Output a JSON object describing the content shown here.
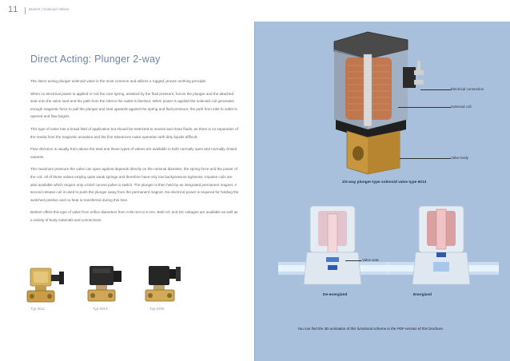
{
  "header": {
    "page_number": "11",
    "breadcrumb": "Bürkert | Solenoid Valves"
  },
  "main": {
    "title": "Direct Acting: Plunger 2-way",
    "paragraphs": [
      "The direct acting plunger solenoid valve is the most common and utilizes a rugged, proven working principle.",
      "When no electrical power is applied to coil the core spring, assisted by the fluid pressure, forces the plunger and the attached seal onto the valve seat and the path from the inlet to the outlet is blocked. When power is applied the solenoid coil generates enough magnetic force to pull the plunger and seal upwards against the spring and fluid pressure; the path from inlet to outlet is opened and flow begins.",
      "This type of valve has a broad field of application but should be restricted to neutral and clean fluids, as there is no separation of the media from the magnetic actuation and the fine tolerances make operation with dirty liquids difficult.",
      "Flow direction is usually from above the seat and these types of valves are available in both normally open and normally closed variants.",
      "The maximum pressure the valve can open against depends directly on the nominal diameter, the spring force and the power of the coil. All of these valves employ quite weak springs and therefore have only low backpressure tightness. Impulse coils are also available which require only a brief current pulse to switch. The plunger is then held by an integrated permanent magnet. A second release coil is used to push the plunger away from the permanent magnet. No electrical power is required for holding the switched position and no heat is transferred during this time.",
      "Bürkert offers this type of valve from orifice diameters from 0.05 mm to 6 mm. Both AC and DC voltages are available as well as a variety of body materials and connections."
    ]
  },
  "products": [
    {
      "label": "Typ 6011"
    },
    {
      "label": "Typ 6013"
    },
    {
      "label": "Typ 0255"
    }
  ],
  "diagram": {
    "callouts": {
      "electrical_connection": "Electrical connection",
      "solenoid_coil": "Solenoid coil",
      "valve_body": "Valve body",
      "valve_seat": "Valve seat"
    },
    "caption": "2/2-way plunger-type solenoid valve type 6013",
    "state_deenergized": "De-energized",
    "state_energized": "Energized",
    "footnote": "You can find the 3D-animation of this functional scheme in the PDF-version of this brochure."
  },
  "colors": {
    "accent_blue": "#6a86aa",
    "panel_blue": "#a9c0dc",
    "caption_navy": "#1e2d52",
    "brass": "#b88a3a",
    "coil_copper": "#c8703e"
  }
}
